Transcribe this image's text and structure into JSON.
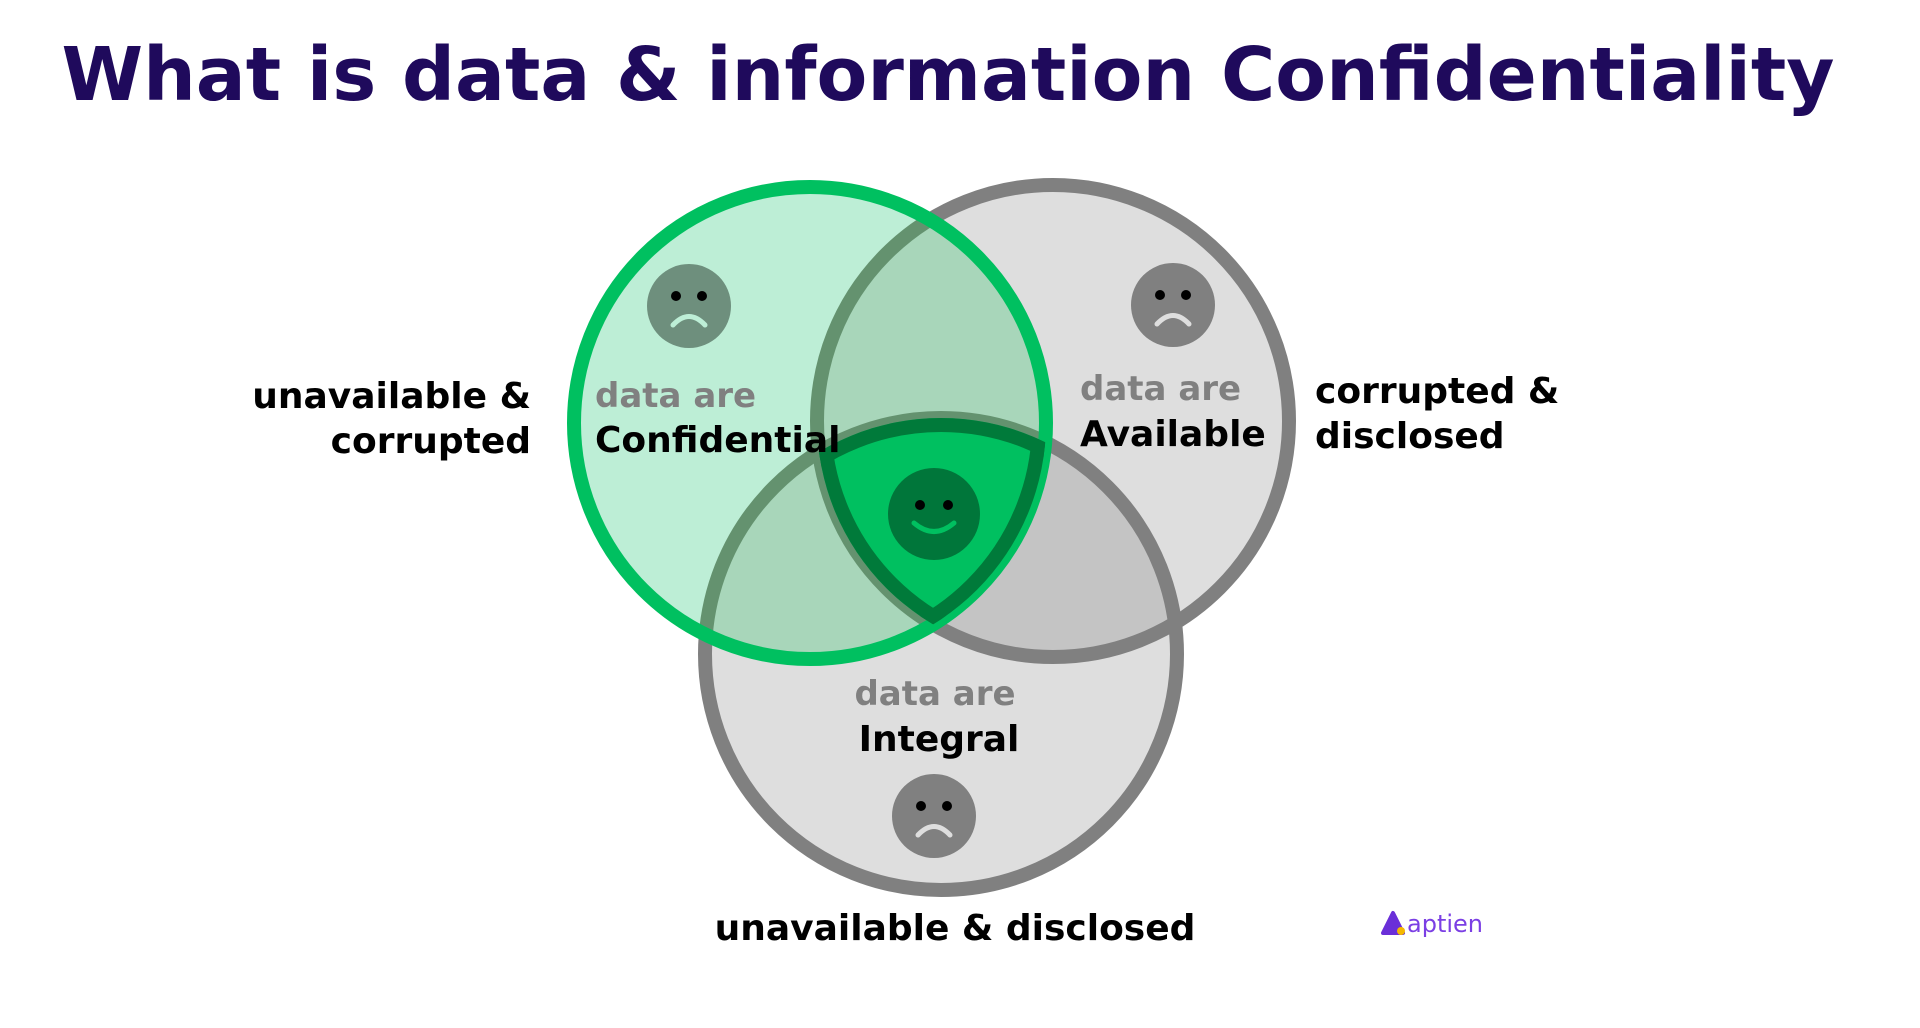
{
  "title": "What is data & information Confidentiality",
  "circles": {
    "confidential": {
      "prefix": "data are",
      "label": "Confidential",
      "color": "#00c060"
    },
    "available": {
      "prefix": "data are",
      "label": "Available",
      "color": "#808080"
    },
    "integral": {
      "prefix": "data are",
      "label": "Integral",
      "color": "#808080"
    }
  },
  "outer_labels": {
    "left": [
      "unavailable &",
      "corrupted"
    ],
    "right": [
      "corrupted &",
      "disclosed"
    ],
    "bottom": "unavailable & disclosed"
  },
  "faces": {
    "confidential": "sad-face-icon",
    "available": "sad-face-icon",
    "integral": "sad-face-icon",
    "center": "happy-face-icon"
  },
  "logo": {
    "text": "aptien"
  }
}
